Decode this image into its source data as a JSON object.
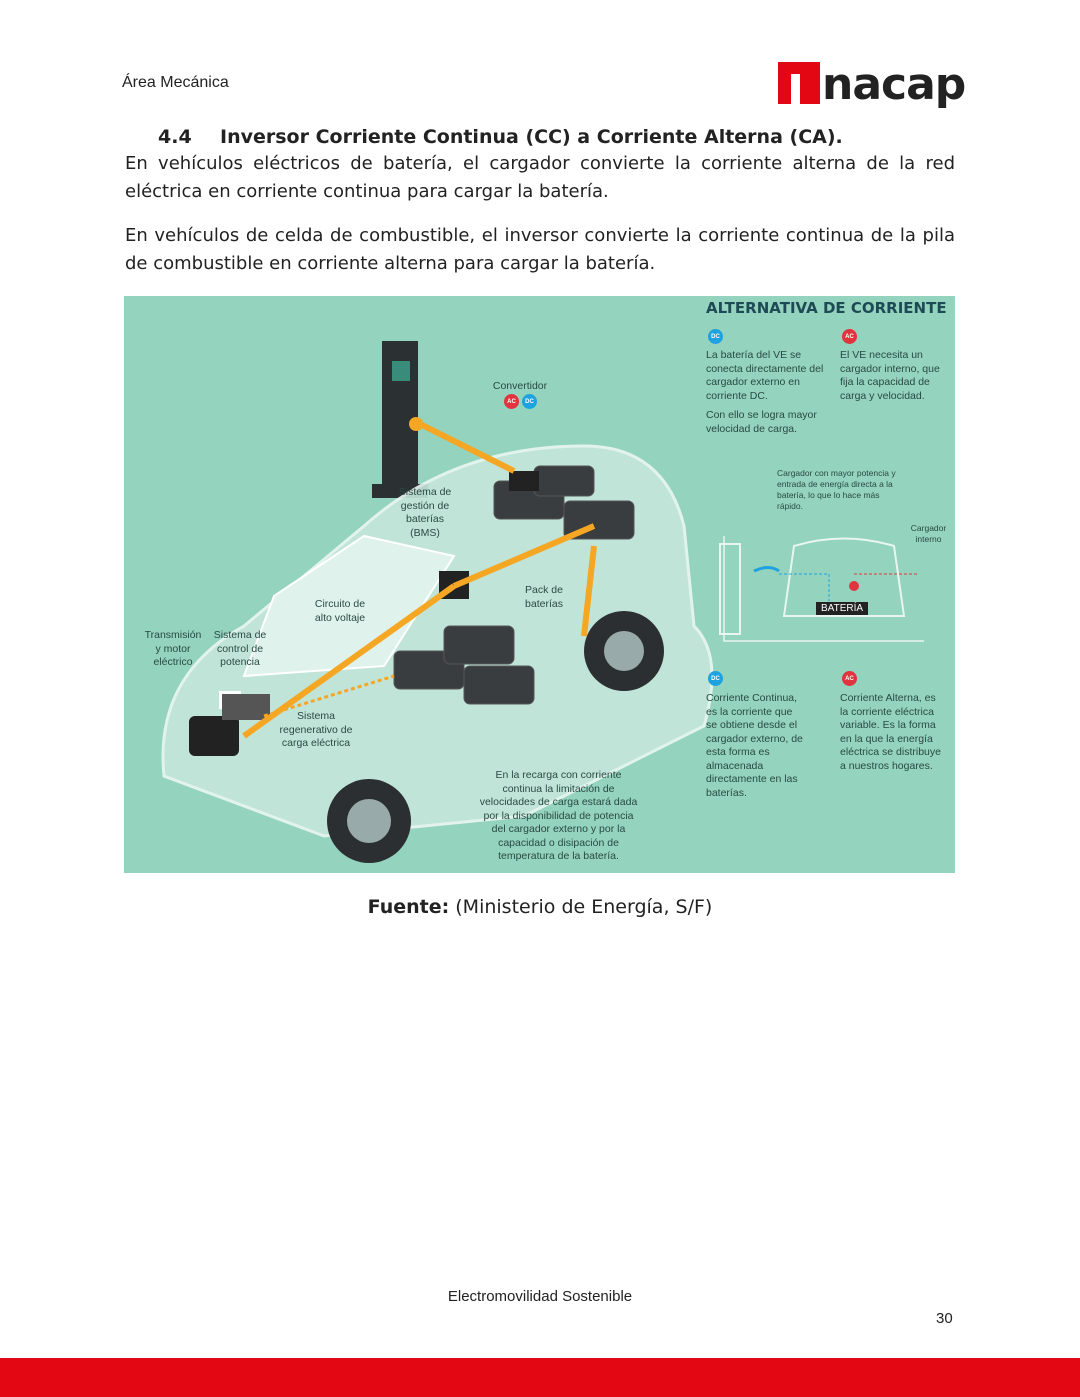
{
  "header": {
    "area": "Área Mecánica",
    "logo_text": "nacap"
  },
  "section": {
    "number": "4.4",
    "title": "Inversor Corriente Continua (CC) a Corriente Alterna (CA)."
  },
  "paragraphs": [
    "En vehículos eléctricos de batería, el cargador convierte la corriente alterna de la red eléctrica en corriente continua para cargar la batería.",
    "En vehículos de celda de combustible, el inversor convierte la corriente continua de la pila de combustible en corriente alterna para cargar la batería."
  ],
  "figure": {
    "title": "ALTERNATIVA DE CORRIENTE",
    "dc_badge": "DC",
    "ac_badge": "AC",
    "dc_top": "La batería del VE se conecta directamente del cargador externo en corriente DC.",
    "dc_top2": "Con ello se logra mayor velocidad de carga.",
    "ac_top": "El VE necesita un cargador interno, que fija la capacidad de carga y velocidad.",
    "charger_note": "Cargador con mayor potencia y entrada de energía directa a la batería, lo que lo hace más rápido.",
    "internal_charger": "Cargador interno",
    "battery": "BATERÍA",
    "dc_bottom": "Corriente Continua, es la corriente que se obtiene desde el cargador externo, de esta forma es almacenada directamente en las baterías.",
    "ac_bottom": "Corriente Alterna, es la corriente eléctrica variable. Es la forma en la que la energía eléctrica se distribuye a nuestros hogares.",
    "converter": "Convertidor",
    "bms": "Sistema de gestión de baterías (BMS)",
    "battery_pack": "Pack de baterías",
    "hv_circuit": "Circuito de alto voltaje",
    "transmission": "Transmisión y motor eléctrico",
    "power_control": "Sistema de control de potencia",
    "regen": "Sistema regenerativo de carga eléctrica",
    "dc_note": "En la recarga con corriente continua la limitación de velocidades de carga estará dada por la disponibilidad de potencia del cargador externo y por la capacidad o disipación de temperatura de la batería.",
    "colors": {
      "background": "#94d3bd",
      "dc": "#1fa3e0",
      "ac": "#e2343f",
      "cable": "#f5a623"
    }
  },
  "source": {
    "label": "Fuente:",
    "text": " (Ministerio de Energía, S/F)"
  },
  "footer": {
    "title": "Electromovilidad Sostenible",
    "page": "30"
  }
}
